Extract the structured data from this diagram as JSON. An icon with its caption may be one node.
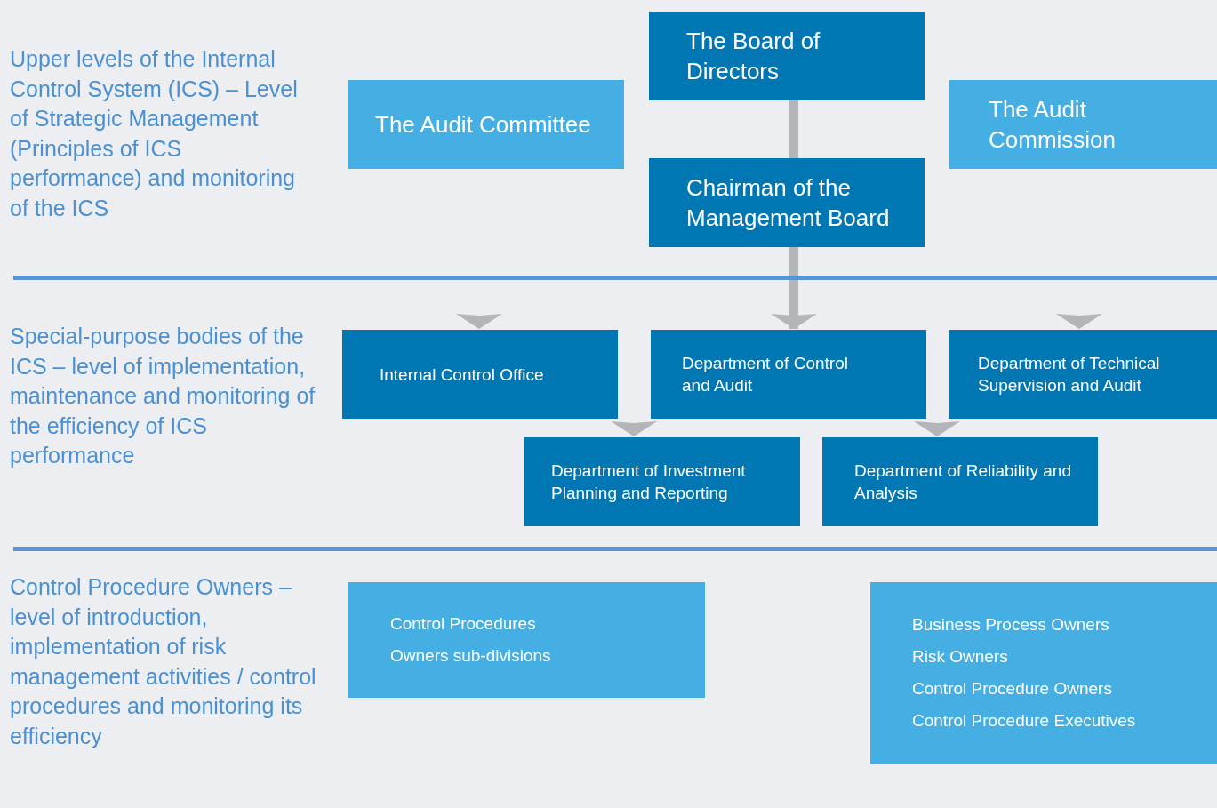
{
  "diagram": {
    "nodes": [
      {
        "text": [
          "The Board of Directors"
        ]
      },
      {
        "text": [
          "The Audit Committee"
        ]
      },
      {
        "text": [
          "The Audit Commission"
        ]
      },
      {
        "text": [
          "Chairman of the Management Board"
        ]
      },
      {
        "text": [
          "Internal Control Office"
        ]
      },
      {
        "text": [
          "Department of Control and Audit"
        ]
      },
      {
        "text": [
          "Department of Technical Supervision and Audit"
        ]
      },
      {
        "text": [
          "Department of Investment Planning and Reporting"
        ]
      },
      {
        "text": [
          "Department of Reliability and Analysis"
        ]
      },
      {
        "text": [
          "Control Procedures Owners sub-divisions"
        ]
      },
      {
        "text": [
          "Business Process Owners",
          "Risk Owners",
          "Control Procedure Owners",
          "Control Procedure Executives"
        ]
      }
    ],
    "edges": [
      {
        "from": 0,
        "to": 3,
        "arrow": "none",
        "style": "thick"
      },
      {
        "from": 3,
        "to": 5,
        "arrow": "to",
        "style": "thick"
      },
      {
        "from": null,
        "to": 4,
        "arrow": "to"
      },
      {
        "from": null,
        "to": 6,
        "arrow": "to"
      },
      {
        "from": null,
        "to": 7,
        "arrow": "to"
      },
      {
        "from": null,
        "to": 8,
        "arrow": "to"
      }
    ],
    "labels": [
      "Upper levels of the Internal Control System (ICS) – Level of Strategic Management (Principles of ICS performance) and monitoring of the ICS",
      "Special-purpose bodies of the ICS – level of implementation, maintenance and monitoring of the efficiency of ICS performance",
      "Control Procedure Owners – level of introduction, implementation of risk management activities / control procedures and monitoring its efficiency"
    ]
  }
}
